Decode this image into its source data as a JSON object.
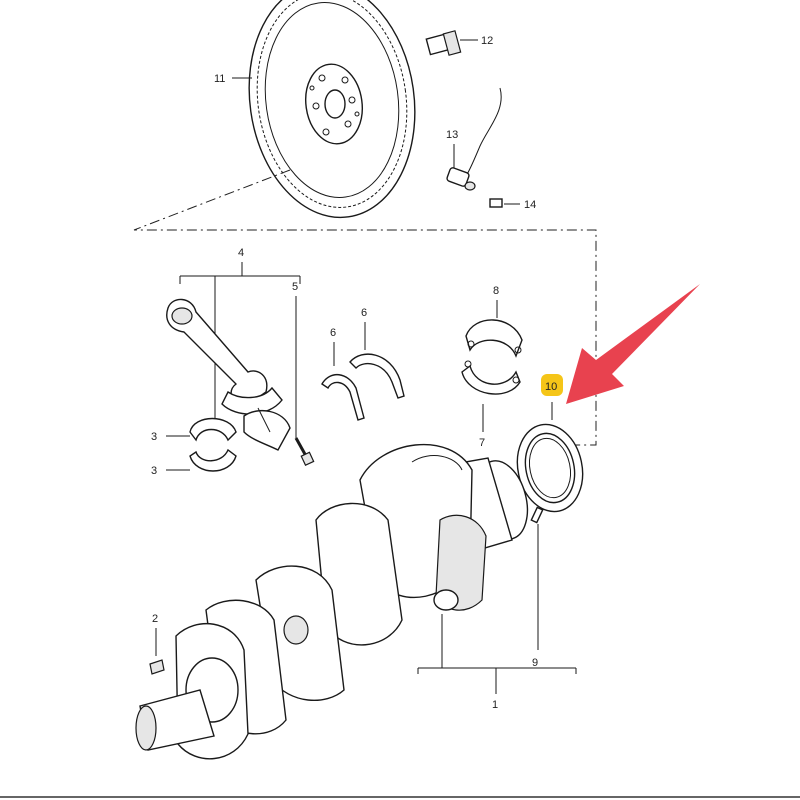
{
  "diagram": {
    "callouts": {
      "c1": "1",
      "c2": "2",
      "c3a": "3",
      "c3b": "3",
      "c4": "4",
      "c5": "5",
      "c6a": "6",
      "c6b": "6",
      "c7": "7",
      "c8": "8",
      "c9": "9",
      "c10": "10",
      "c11": "11",
      "c12": "12",
      "c13": "13",
      "c14": "14"
    },
    "highlight": {
      "callout": "10",
      "badge_color": "#f5c518",
      "arrow_color": "#e8424f"
    }
  }
}
